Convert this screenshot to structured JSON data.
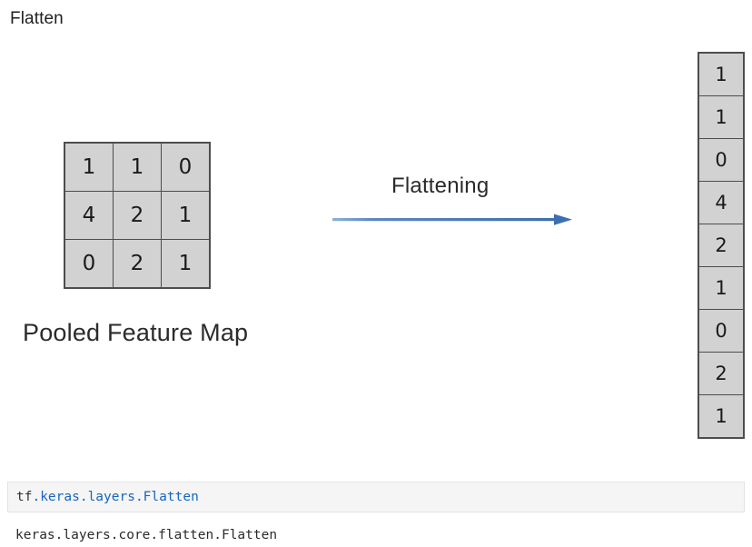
{
  "page": {
    "title": "Flatten"
  },
  "diagram": {
    "matrix": {
      "caption": "Pooled Feature Map",
      "rows": [
        [
          "1",
          "1",
          "0"
        ],
        [
          "4",
          "2",
          "1"
        ],
        [
          "0",
          "2",
          "1"
        ]
      ]
    },
    "transform": {
      "label": "Flattening",
      "arrow_icon": "right-arrow-icon",
      "arrow_color": "#4a7ebb",
      "direction": "right"
    },
    "vector": {
      "values": [
        "1",
        "1",
        "0",
        "4",
        "2",
        "1",
        "0",
        "2",
        "1"
      ]
    },
    "colors": {
      "cell_fill": "#d2d2d2",
      "cell_border": "#4d4d4d",
      "text": "#1a1a1a"
    }
  },
  "code": {
    "signature_prefix": "tf",
    "signature_suffix": ".keras.layers.Flatten",
    "qualified_name": "keras.layers.core.flatten.Flatten",
    "prefix_color": "#333333",
    "suffix_color": "#1565c0",
    "box_background": "#f5f5f5"
  }
}
